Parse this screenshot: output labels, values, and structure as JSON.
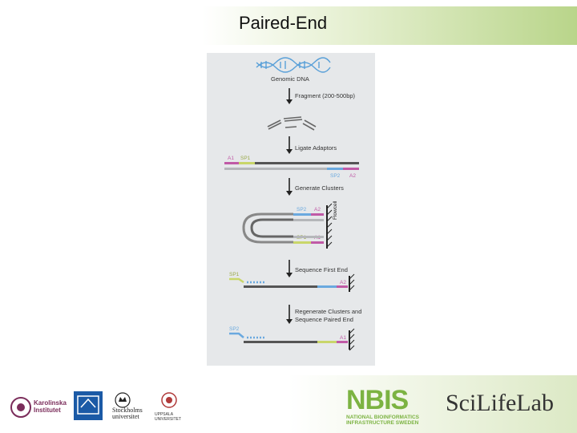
{
  "slide": {
    "title": "Paired-End"
  },
  "diagram": {
    "steps": [
      "Genomic DNA",
      "Fragment (200-500bp)",
      "Ligate Adaptors",
      "Generate Clusters",
      "Sequence First End",
      "Regenerate Clusters and",
      "Sequence Paired End"
    ],
    "tags": {
      "a1": "A1",
      "sp1": "SP1",
      "sp2": "SP2",
      "a2": "A2",
      "flowcell": "Flowcell"
    },
    "colors": {
      "a1": "#c05aa6",
      "sp1": "#c9d66a",
      "sp2": "#6aa9df",
      "a2": "#c05aa6",
      "insert": "#555555",
      "dna": "#5aa0d8"
    }
  },
  "footer": {
    "ki": "Karolinska Institutet",
    "su": "Stockholms universitet",
    "uu": "UPPSALA UNIVERSITET",
    "nbis": "NBIS",
    "nbis_sub_1": "NATIONAL BIOINFORMATICS",
    "nbis_sub_2": "INFRASTRUCTURE SWEDEN",
    "scilifelab": "SciLifeLab"
  }
}
